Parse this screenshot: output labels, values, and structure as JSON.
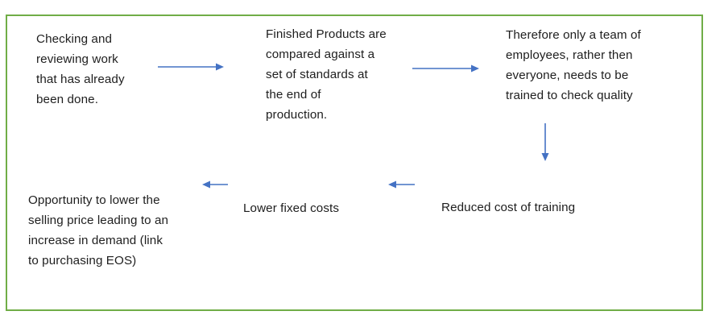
{
  "theme": {
    "frame_border_color": "#70AD47",
    "arrow_color": "#4472C4",
    "text_color": "#1E1E1E",
    "background_color": "#FFFFFF"
  },
  "diagram": {
    "type": "flow",
    "nodes": [
      {
        "id": "checking-reviewing",
        "text": "Checking and\nreviewing work\nthat has already\nbeen done."
      },
      {
        "id": "finished-products",
        "text": "Finished Products are\ncompared against a\nset of standards at\nthe end of\nproduction."
      },
      {
        "id": "team-training",
        "text": "Therefore only a team of\nemployees, rather then\neveryone, needs to be\ntrained to check quality"
      },
      {
        "id": "reduced-cost",
        "text": "Reduced cost of training"
      },
      {
        "id": "lower-fixed-costs",
        "text": "Lower fixed costs"
      },
      {
        "id": "opportunity-lower-price",
        "text": "Opportunity to lower the\nselling price leading to an\nincrease in demand (link\nto purchasing EOS)"
      }
    ],
    "arrows": [
      {
        "from": "checking-reviewing",
        "to": "finished-products",
        "direction": "right"
      },
      {
        "from": "finished-products",
        "to": "team-training",
        "direction": "right"
      },
      {
        "from": "team-training",
        "to": "reduced-cost",
        "direction": "down"
      },
      {
        "from": "reduced-cost",
        "to": "lower-fixed-costs",
        "direction": "left"
      },
      {
        "from": "lower-fixed-costs",
        "to": "opportunity-lower-price",
        "direction": "left"
      }
    ]
  }
}
